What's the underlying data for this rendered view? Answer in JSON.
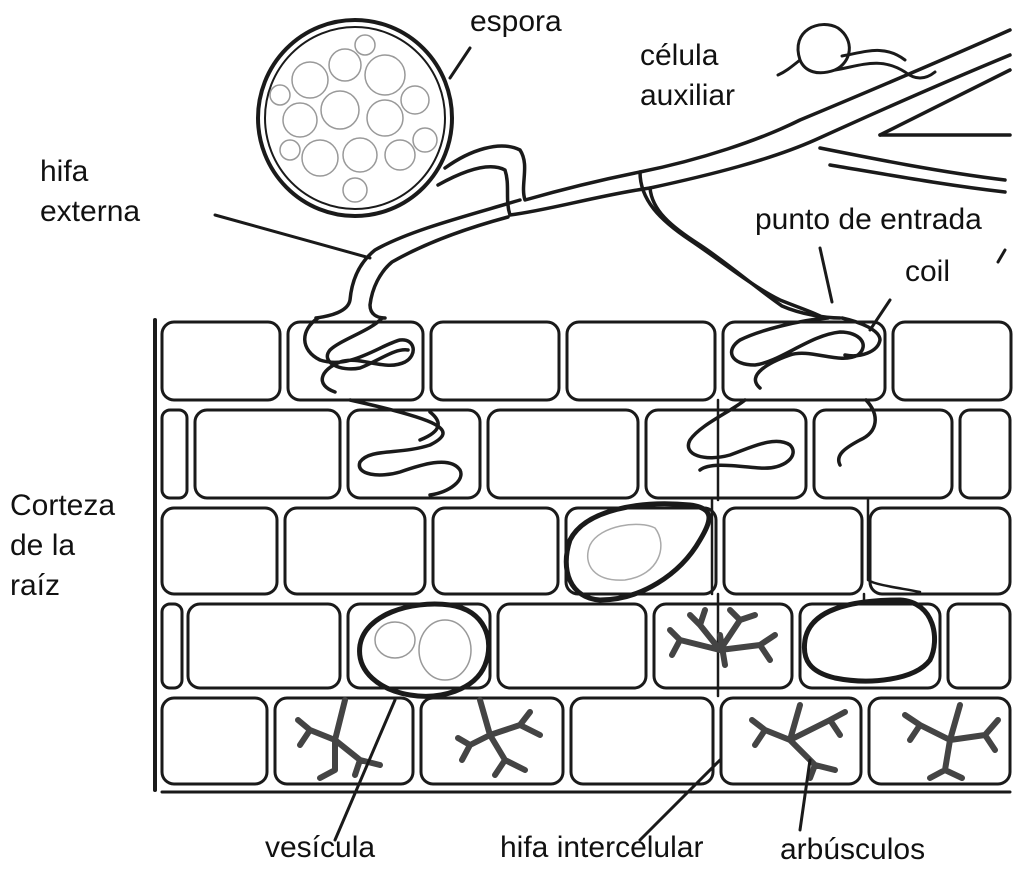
{
  "labels": {
    "espora": "espora",
    "celula_line1": "célula",
    "celula_line2": "auxiliar",
    "hifa_ext_line1": "hifa",
    "hifa_ext_line2": "externa",
    "punto_entrada": "punto de entrada",
    "coil": "coil",
    "corteza_line1": "Corteza",
    "corteza_line2": "de la",
    "corteza_line3": "raíz",
    "vesicula": "vesícula",
    "hifa_intercelular": "hifa intercelular",
    "arbusculos": "arbúsculos"
  },
  "colors": {
    "ink": "#1a1a1a",
    "background": "#ffffff",
    "fill_gray": "#555555"
  }
}
